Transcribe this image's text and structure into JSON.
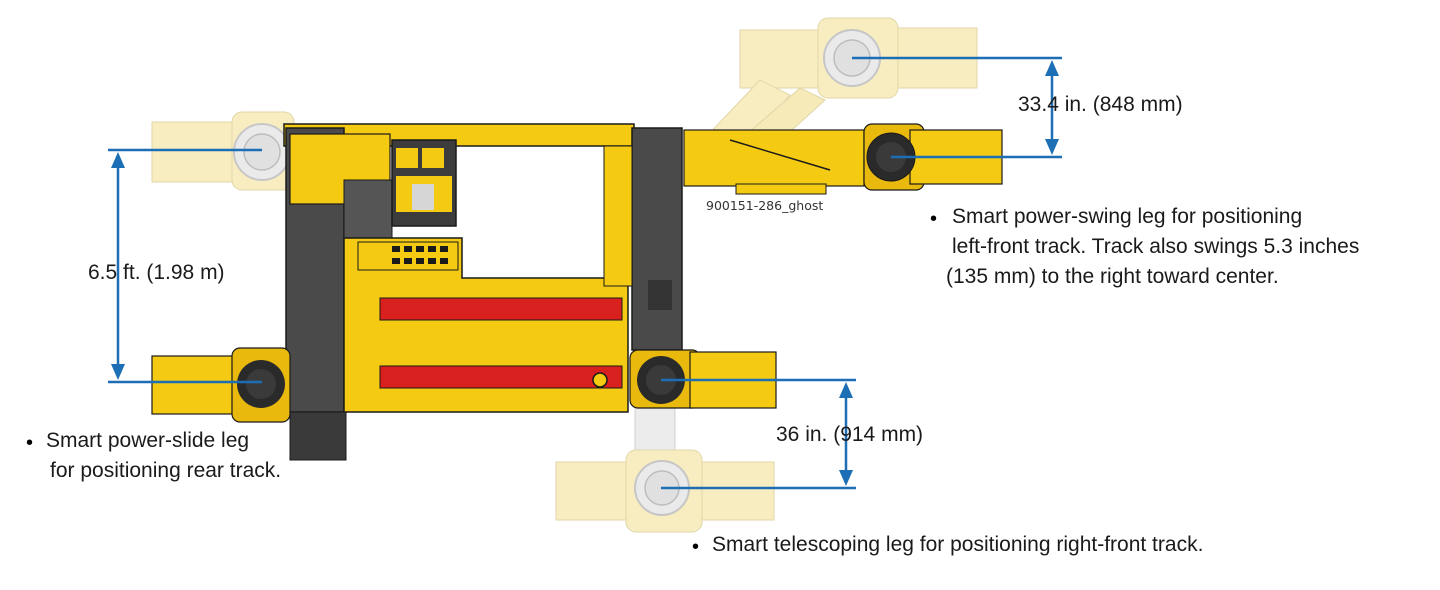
{
  "part_id": "900151-286_ghost",
  "colors": {
    "body_yellow": "#f4cb12",
    "body_shade": "#d6a90a",
    "ghost_yellow": "#f7e9a6",
    "dark_panel": "#4c4c4c",
    "red_stripe": "#d8201f",
    "dimension_blue": "#1d6fb5",
    "track_black": "#2a2a2a"
  },
  "dimensions": {
    "swing_offset": "33.4 in. (848 mm)",
    "slide_offset": "6.5 ft. (1.98 m)",
    "telescope_offset": "36 in. (914 mm)"
  },
  "callouts": {
    "swing_leg": {
      "bullet": "•",
      "lines": [
        "Smart power-swing leg for positioning",
        "left-front track. Track also swings 5.3 inches",
        "(135 mm) to the right toward center."
      ]
    },
    "slide_leg": {
      "bullet": "•",
      "lines": [
        "Smart power-slide leg",
        "for positioning rear track."
      ]
    },
    "telescope_leg": {
      "bullet": "•",
      "text": "Smart telescoping leg for positioning right-front track."
    }
  }
}
